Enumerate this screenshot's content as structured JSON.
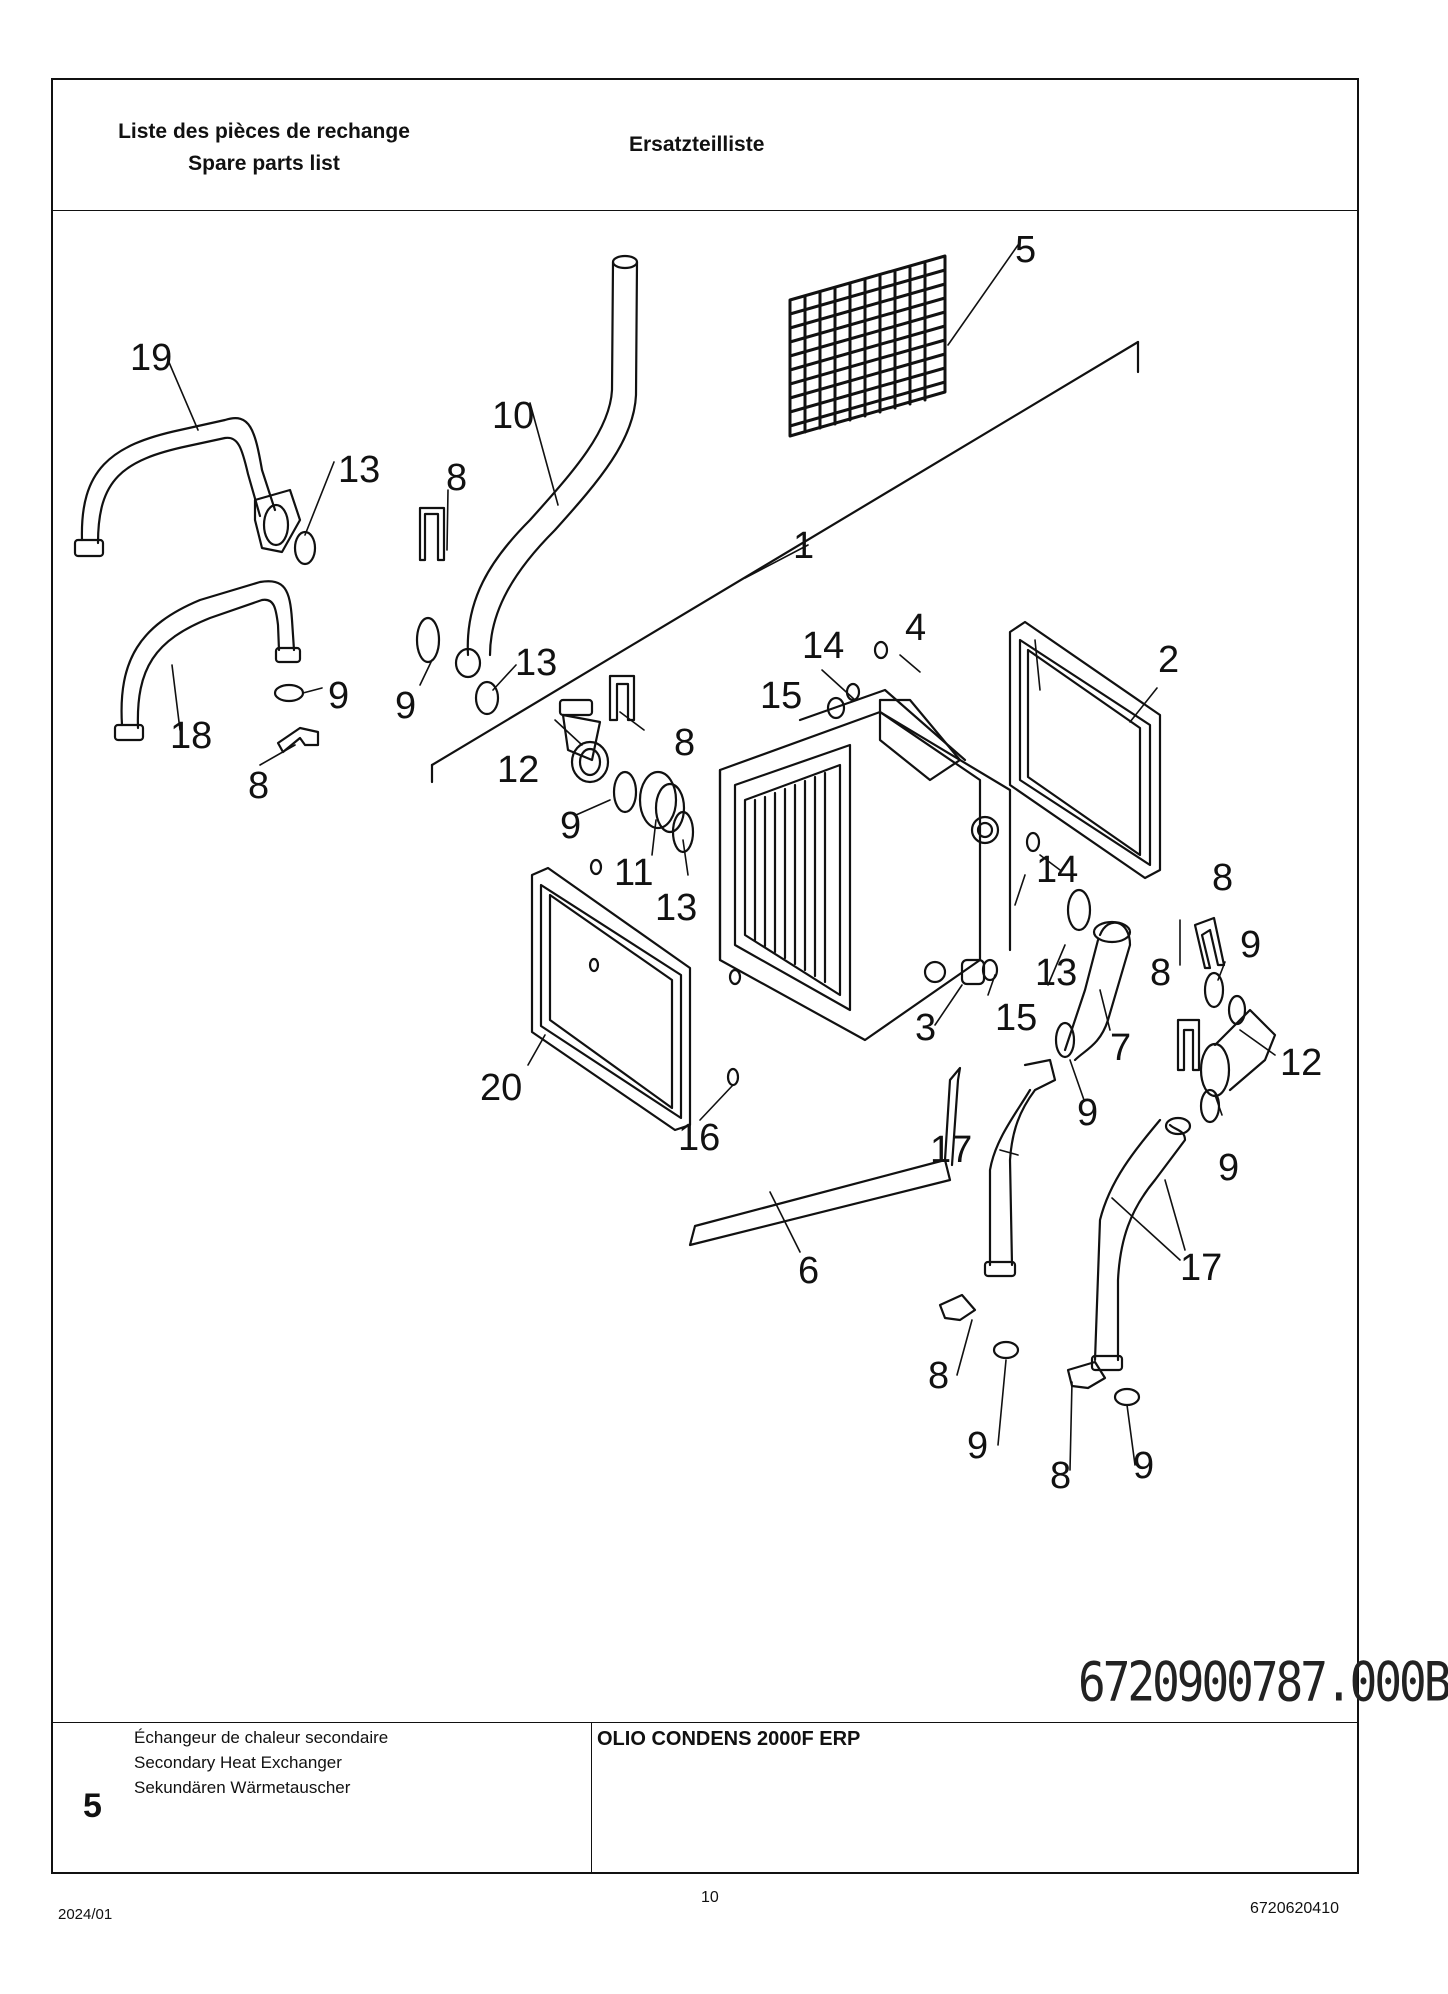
{
  "header": {
    "title_fr": "Liste des pièces de rechange",
    "title_en": "Spare parts list",
    "title_de": "Ersatzteilliste"
  },
  "drawing": {
    "number": "6720900787.000B",
    "callouts": [
      "1",
      "2",
      "3",
      "4",
      "5",
      "6",
      "7",
      "8",
      "9",
      "10",
      "11",
      "12",
      "13",
      "14",
      "15",
      "16",
      "17",
      "18",
      "19",
      "20"
    ]
  },
  "footer": {
    "section_number": "5",
    "section_fr": "Échangeur de chaleur secondaire",
    "section_en": "Secondary Heat Exchanger",
    "section_de": "Sekundären Wärmetauscher",
    "product": "OLIO CONDENS 2000F ERP"
  },
  "page": {
    "date": "2024/01",
    "number": "10",
    "doc_id": "6720620410"
  }
}
